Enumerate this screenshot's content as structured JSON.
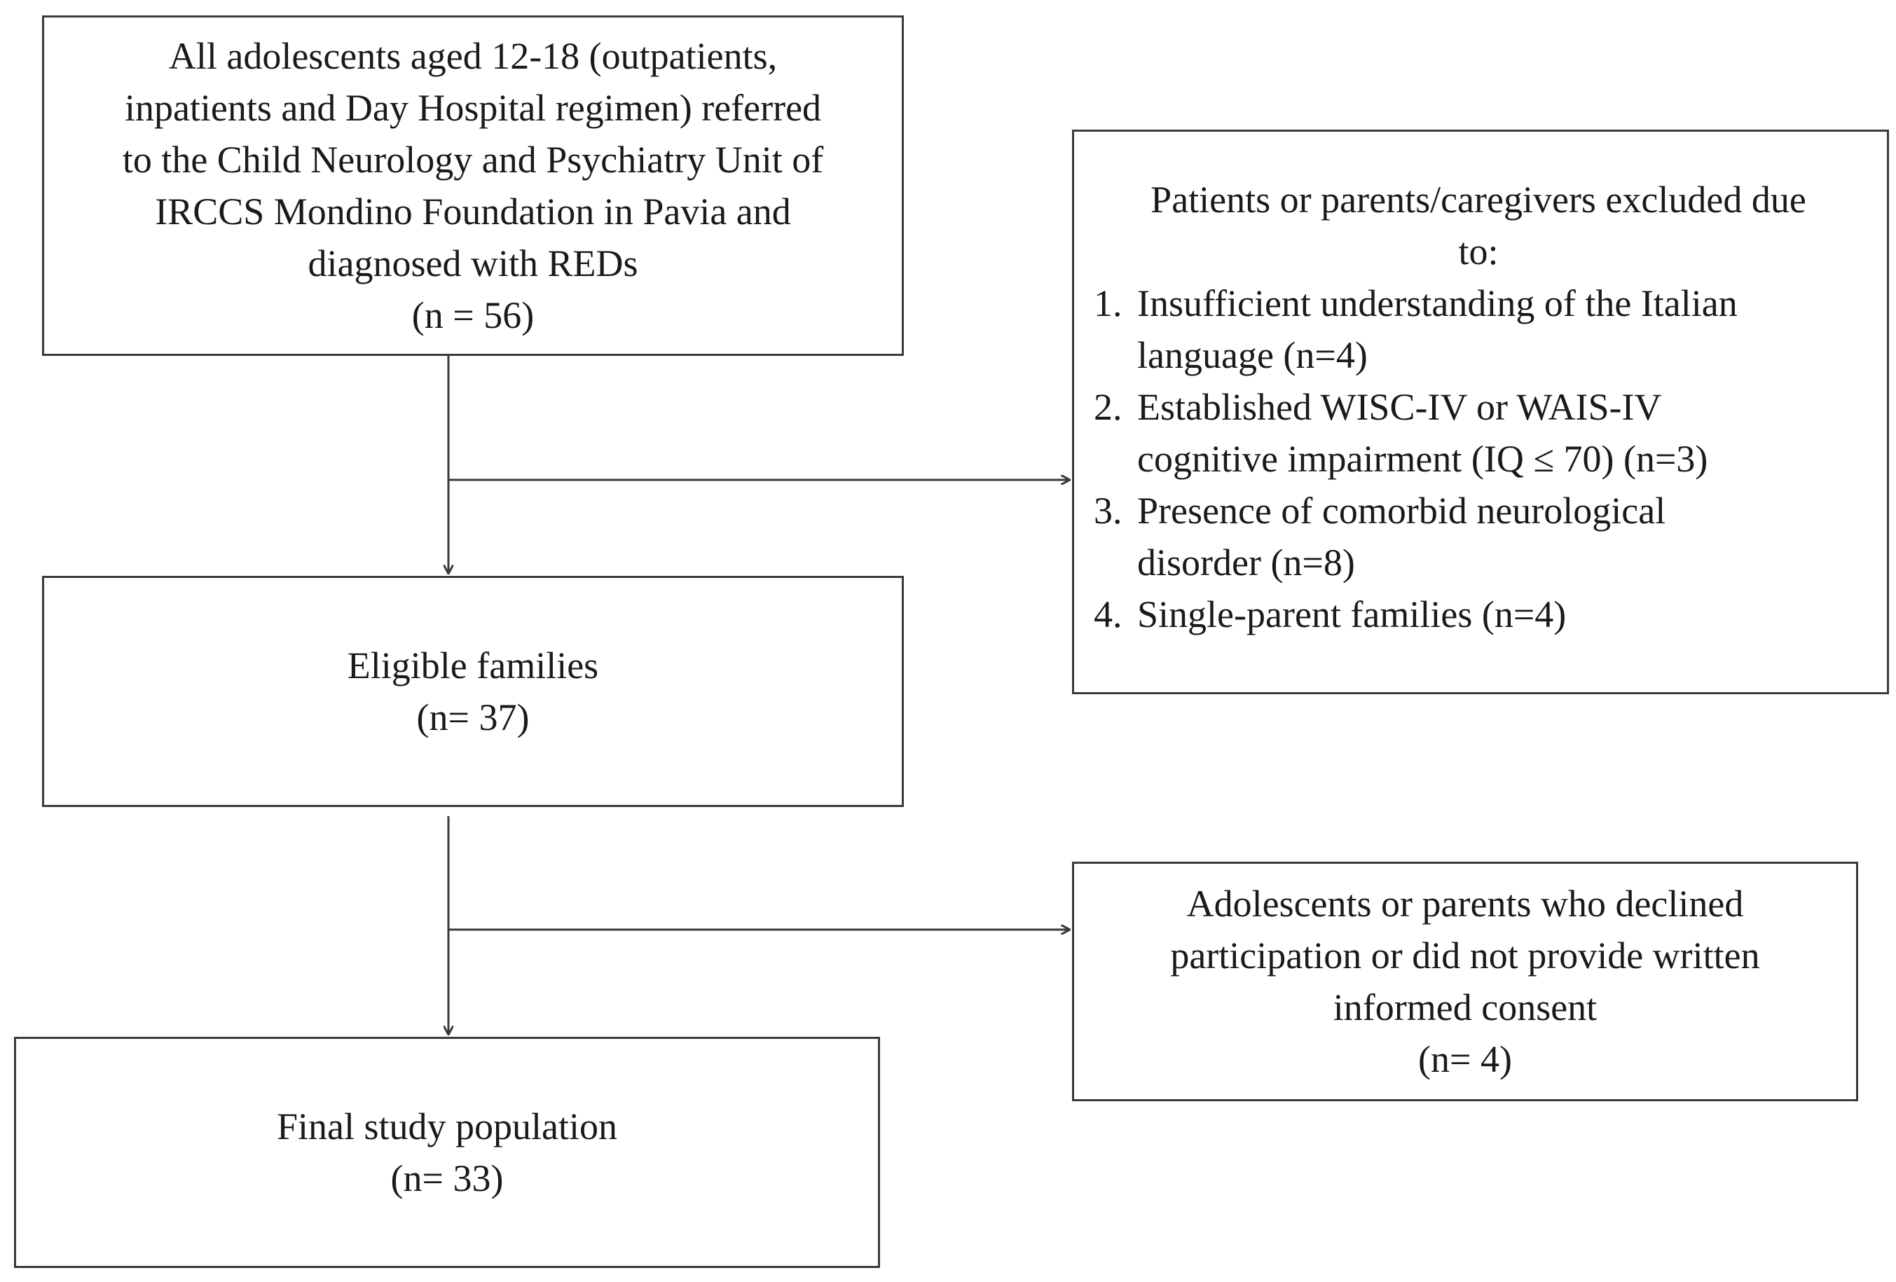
{
  "source_box": {
    "lines": [
      "All adolescents aged 12-18 (outpatients,",
      "inpatients and Day Hospital regimen) referred",
      "to the Child Neurology and Psychiatry Unit of",
      "IRCCS Mondino Foundation in Pavia and",
      "diagnosed with REDs",
      "(n = 56)"
    ]
  },
  "eligible_box": {
    "title": "Eligible families",
    "count": "(n= 37)"
  },
  "final_box": {
    "title": "Final study population",
    "count": "(n= 33)"
  },
  "excluded_box": {
    "heading_line1": "Patients or parents/caregivers excluded due",
    "heading_line2": "to:",
    "items": [
      {
        "number": "1.",
        "line1": "Insufficient understanding of the Italian",
        "line2": "language (n=4)"
      },
      {
        "number": "2.",
        "line1": "Established WISC-IV or WAIS-IV",
        "line2": "cognitive impairment (IQ ≤ 70) (n=3)"
      },
      {
        "number": "3.",
        "line1": "Presence of comorbid neurological",
        "line2": "disorder (n=8)"
      },
      {
        "number": "4.",
        "line1": "Single-parent families (n=4)",
        "line2": ""
      }
    ]
  },
  "declined_box": {
    "lines": [
      "Adolescents or parents who declined",
      "participation or did not provide written",
      "informed consent",
      "(n= 4)"
    ]
  }
}
